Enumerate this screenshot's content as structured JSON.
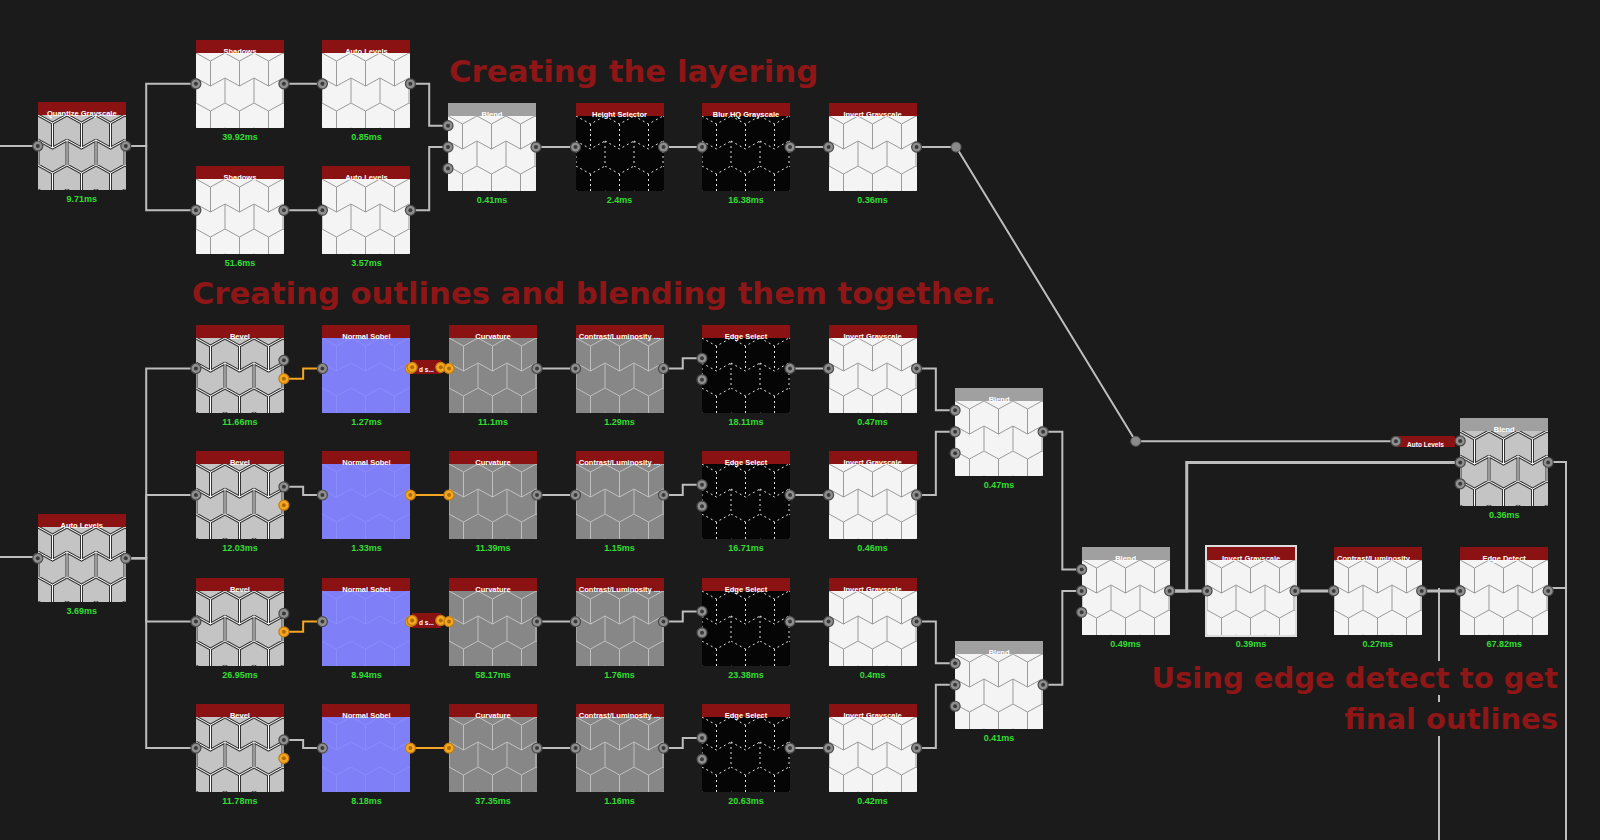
{
  "diagram": {
    "nodes": [
      {
        "text": [
          "Quantize Grayscale",
          "9.71ms"
        ]
      },
      {
        "text": [
          "Shadows",
          "39.92ms"
        ]
      },
      {
        "text": [
          "Auto Levels",
          "0.85ms"
        ]
      },
      {
        "text": [
          "Shadows",
          "51.6ms"
        ]
      },
      {
        "text": [
          "Auto Levels",
          "3.57ms"
        ]
      },
      {
        "text": [
          "Blend",
          "0.41ms"
        ]
      },
      {
        "text": [
          "Height Selector",
          "2.4ms"
        ]
      },
      {
        "text": [
          "Blur HQ Grayscale",
          "16.38ms"
        ]
      },
      {
        "text": [
          "Invert Grayscale",
          "0.36ms"
        ]
      },
      {
        "text": [
          "Auto Levels",
          "3.69ms"
        ]
      },
      {
        "text": [
          "Bevel",
          "11.66ms"
        ]
      },
      {
        "text": [
          "Normal Sobel",
          "1.27ms"
        ]
      },
      {
        "text": [
          "d s..."
        ]
      },
      {
        "text": [
          "Curvature",
          "11.1ms"
        ]
      },
      {
        "text": [
          "Contrast/Luminosity ...",
          "1.29ms"
        ]
      },
      {
        "text": [
          "Edge Select",
          "18.11ms"
        ]
      },
      {
        "text": [
          "Invert Grayscale",
          "0.47ms"
        ]
      },
      {
        "text": [
          "Bevel",
          "12.03ms"
        ]
      },
      {
        "text": [
          "Normal Sobel",
          "1.33ms"
        ]
      },
      {
        "text": [
          "Curvature",
          "11.39ms"
        ]
      },
      {
        "text": [
          "Contrast/Luminosity ...",
          "1.15ms"
        ]
      },
      {
        "text": [
          "Edge Select",
          "16.71ms"
        ]
      },
      {
        "text": [
          "Invert Grayscale",
          "0.46ms"
        ]
      },
      {
        "text": [
          "Bevel",
          "26.95ms"
        ]
      },
      {
        "text": [
          "Normal Sobel",
          "8.94ms"
        ]
      },
      {
        "text": [
          "d s..."
        ]
      },
      {
        "text": [
          "Curvature",
          "58.17ms"
        ]
      },
      {
        "text": [
          "Contrast/Luminosity ...",
          "1.76ms"
        ]
      },
      {
        "text": [
          "Edge Select",
          "23.38ms"
        ]
      },
      {
        "text": [
          "Invert Grayscale",
          "0.4ms"
        ]
      },
      {
        "text": [
          "Bevel",
          "11.78ms"
        ]
      },
      {
        "text": [
          "Normal Sobel",
          "8.18ms"
        ]
      },
      {
        "text": [
          "Curvature",
          "37.35ms"
        ]
      },
      {
        "text": [
          "Contrast/Luminosity ...",
          "1.16ms"
        ]
      },
      {
        "text": [
          "Edge Select",
          "20.63ms"
        ]
      },
      {
        "text": [
          "Invert Grayscale",
          "0.42ms"
        ]
      },
      {
        "text": [
          "Blend",
          "0.47ms"
        ]
      },
      {
        "text": [
          "Blend",
          "0.41ms"
        ]
      },
      {
        "text": [
          "Blend",
          "0.49ms"
        ]
      },
      {
        "text": [
          "Invert Grayscale",
          "0.39ms"
        ]
      },
      {
        "text": [
          "Contrast/Luminosity ...",
          "0.27ms"
        ]
      },
      {
        "text": [
          "Edge Detect",
          "67.82ms"
        ]
      },
      {
        "text": [
          "Auto Levels"
        ]
      },
      {
        "text": [
          "Blend",
          "0.36ms"
        ]
      }
    ],
    "edges": [
      {
        "from": 0,
        "to": 1,
        "arrow": "none"
      },
      {
        "from": 0,
        "to": 3,
        "arrow": "none"
      },
      {
        "from": 1,
        "to": 2,
        "arrow": "none"
      },
      {
        "from": 3,
        "to": 4,
        "arrow": "none"
      },
      {
        "from": 2,
        "to": 5,
        "arrow": "none"
      },
      {
        "from": 4,
        "to": 5,
        "arrow": "none"
      },
      {
        "from": 5,
        "to": 6,
        "arrow": "none"
      },
      {
        "from": 6,
        "to": 7,
        "arrow": "none"
      },
      {
        "from": 7,
        "to": 8,
        "arrow": "none"
      },
      {
        "from": 8,
        "to": 42,
        "arrow": "none"
      },
      {
        "from": 42,
        "to": 43,
        "arrow": "none"
      },
      {
        "from": 9,
        "to": 10,
        "arrow": "none"
      },
      {
        "from": 9,
        "to": 17,
        "arrow": "none"
      },
      {
        "from": 9,
        "to": 23,
        "arrow": "none"
      },
      {
        "from": 9,
        "to": 30,
        "arrow": "none"
      },
      {
        "from": 10,
        "to": 11,
        "arrow": "none"
      },
      {
        "from": 11,
        "to": 12,
        "arrow": "none"
      },
      {
        "from": 12,
        "to": 13,
        "arrow": "none"
      },
      {
        "from": 13,
        "to": 14,
        "arrow": "none"
      },
      {
        "from": 14,
        "to": 15,
        "arrow": "none"
      },
      {
        "from": 15,
        "to": 16,
        "arrow": "none"
      },
      {
        "from": 16,
        "to": 36,
        "arrow": "none"
      },
      {
        "from": 17,
        "to": 18,
        "arrow": "none"
      },
      {
        "from": 18,
        "to": 19,
        "arrow": "none"
      },
      {
        "from": 19,
        "to": 20,
        "arrow": "none"
      },
      {
        "from": 20,
        "to": 21,
        "arrow": "none"
      },
      {
        "from": 21,
        "to": 22,
        "arrow": "none"
      },
      {
        "from": 22,
        "to": 36,
        "arrow": "none"
      },
      {
        "from": 23,
        "to": 24,
        "arrow": "none"
      },
      {
        "from": 24,
        "to": 25,
        "arrow": "none"
      },
      {
        "from": 25,
        "to": 26,
        "arrow": "none"
      },
      {
        "from": 26,
        "to": 27,
        "arrow": "none"
      },
      {
        "from": 27,
        "to": 28,
        "arrow": "none"
      },
      {
        "from": 28,
        "to": 29,
        "arrow": "none"
      },
      {
        "from": 29,
        "to": 37,
        "arrow": "none"
      },
      {
        "from": 30,
        "to": 31,
        "arrow": "none"
      },
      {
        "from": 31,
        "to": 32,
        "arrow": "none"
      },
      {
        "from": 32,
        "to": 33,
        "arrow": "none"
      },
      {
        "from": 33,
        "to": 34,
        "arrow": "none"
      },
      {
        "from": 34,
        "to": 35,
        "arrow": "none"
      },
      {
        "from": 35,
        "to": 37,
        "arrow": "none"
      },
      {
        "from": 36,
        "to": 38,
        "arrow": "none"
      },
      {
        "from": 37,
        "to": 38,
        "arrow": "none"
      },
      {
        "from": 38,
        "to": 39,
        "arrow": "none"
      },
      {
        "from": 38,
        "to": 43,
        "arrow": "none"
      },
      {
        "from": 39,
        "to": 40,
        "arrow": "none"
      },
      {
        "from": 40,
        "to": 41,
        "arrow": "none"
      }
    ],
    "labels": [
      "Creating the layering",
      "Creating outlines and blending them together.",
      "Using edge detect to get final outlines"
    ]
  }
}
